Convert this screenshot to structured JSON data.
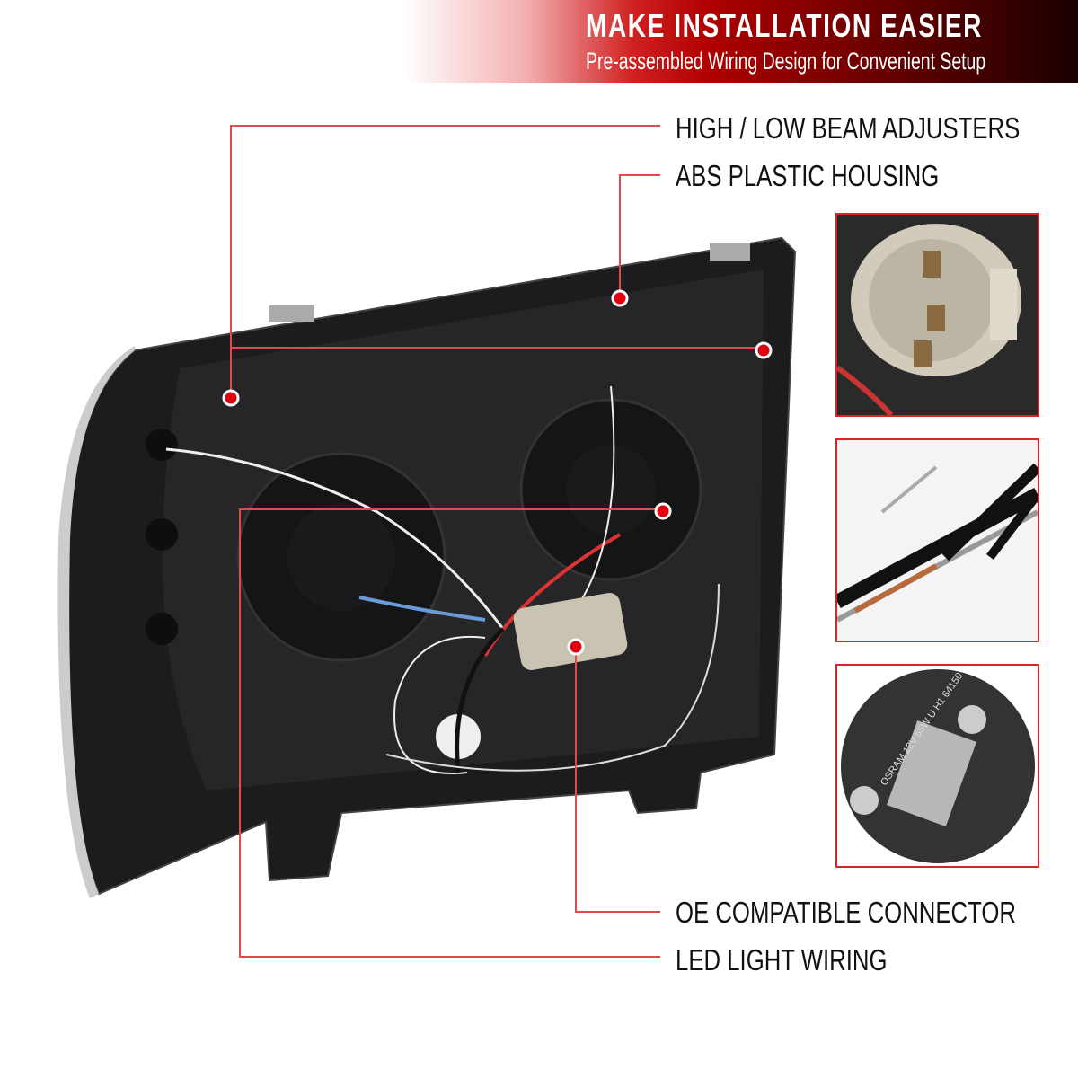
{
  "banner": {
    "title": "MAKE INSTALLATION EASIER",
    "subtitle": "Pre-assembled Wiring Design for Convenient Setup"
  },
  "callouts": [
    {
      "label": "HIGH / LOW BEAM ADJUSTERS"
    },
    {
      "label": "ABS PLASTIC HOUSING"
    },
    {
      "label": "OE COMPATIBLE CONNECTOR"
    },
    {
      "label": "LED LIGHT WIRING"
    }
  ],
  "bulb_text": "OSRAM 12V 55W U H1 64150",
  "colors": {
    "accent": "#d8242a",
    "housing": "#1c1c1e"
  }
}
